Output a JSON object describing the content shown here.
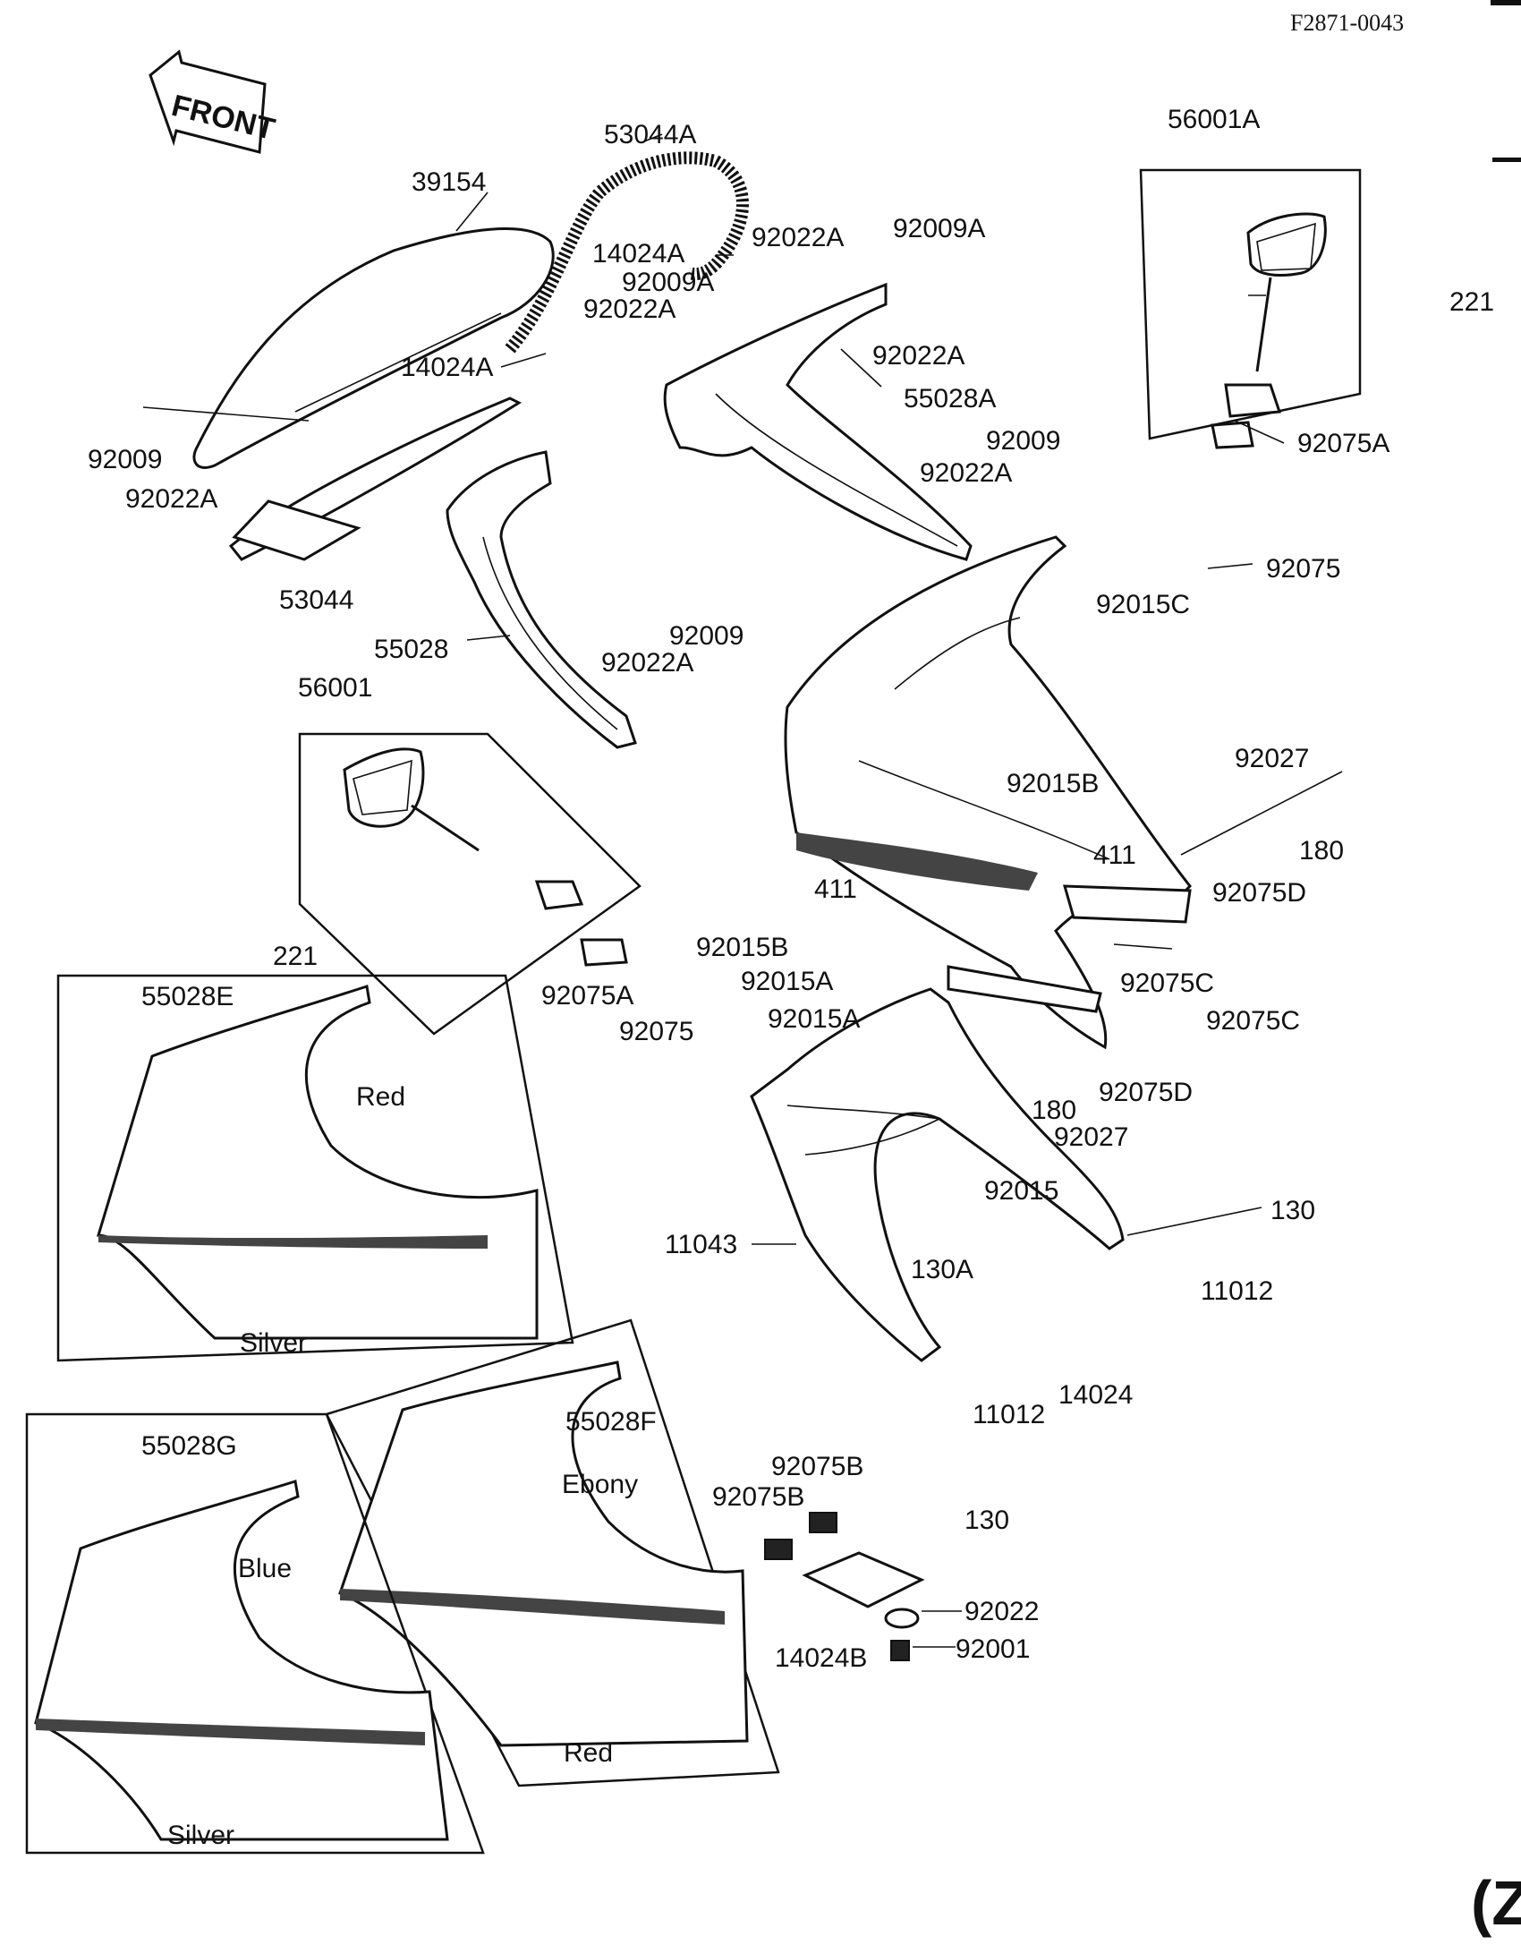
{
  "reference_code": "F2871-0043",
  "front_arrow_text": "FRONT",
  "edge_mark": "(Z",
  "part_labels": {
    "p53044A": "53044A",
    "p39154": "39154",
    "p14024A_top": "14024A",
    "p92022A_a": "92022A",
    "p92009A_a": "92009A",
    "p92009A_b": "92009A",
    "p92022A_b": "92022A",
    "p92022A_c": "92022A",
    "p14024A_mid": "14024A",
    "p55028A": "55028A",
    "p92009_left": "92009",
    "p92022A_left": "92022A",
    "p92009_mid": "92009",
    "p92022A_mid": "92022A",
    "p53044": "53044",
    "p55028": "55028",
    "p92009_low": "92009",
    "p92022A_low": "92022A",
    "p56001": "56001",
    "p56001A": "56001A",
    "p221_top": "221",
    "p92075A_top": "92075A",
    "p92075_top": "92075",
    "p92015C": "92015C",
    "p92027_a": "92027",
    "p92015B_a": "92015B",
    "p411_a": "411",
    "p180_a": "180",
    "p92075D_a": "92075D",
    "p411_b": "411",
    "p92015B_b": "92015B",
    "p92015A_a": "92015A",
    "p92015A_b": "92015A",
    "p92075C_a": "92075C",
    "p92075C_b": "92075C",
    "p221_low": "221",
    "p92075A_low": "92075A",
    "p92075_low": "92075",
    "p180_b": "180",
    "p92075D_b": "92075D",
    "p92027_b": "92027",
    "p92015": "92015",
    "p130_a": "130",
    "p11043": "11043",
    "p130A": "130A",
    "p11012_a": "11012",
    "p14024": "14024",
    "p11012_b": "11012",
    "p130_b": "130",
    "p55028E": "55028E",
    "p55028F": "55028F",
    "p55028G": "55028G",
    "p92075B_a": "92075B",
    "p92075B_b": "92075B",
    "p92022": "92022",
    "p14024B": "14024B",
    "p92001": "92001"
  },
  "color_labels": {
    "e_red": "Red",
    "e_silver": "Silver",
    "f_ebony": "Ebony",
    "f_red": "Red",
    "g_blue": "Blue",
    "g_silver": "Silver"
  }
}
